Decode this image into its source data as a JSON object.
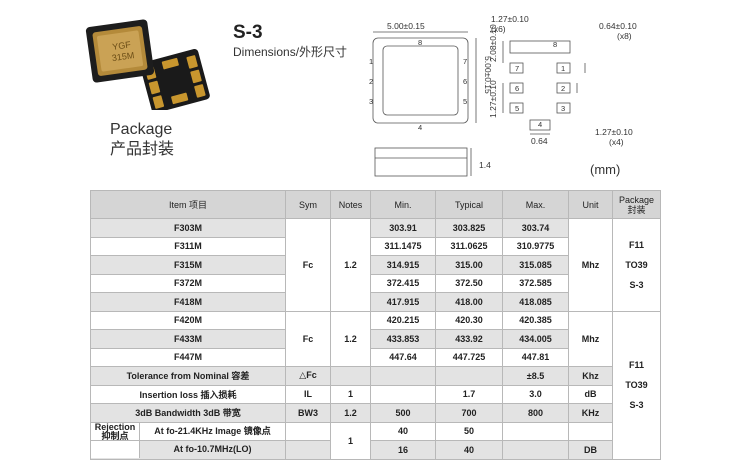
{
  "header": {
    "package_label": "Package",
    "package_label_cn": "产品封装",
    "series": "S-3",
    "dimensions_title": "Dimensions/外形尺寸",
    "unit_note": "(mm)",
    "chip_marking_line1": "YGF",
    "chip_marking_line2": "315M"
  },
  "drawing": {
    "top_width": "5.00±0.15",
    "side_height": "5.00±0.15",
    "pitch_top": "1.27±0.10",
    "pitch_top_count": "(x6)",
    "pad_width": "0.64±0.10",
    "pad_width_count": "(x8)",
    "pad_height": "2.08±0.10",
    "pitch_left": "1.27±0.10",
    "pad_gap": "0.64",
    "pitch_bottom": "1.27±0.10",
    "pitch_bottom_count": "(x4)",
    "thickness": "1.4",
    "pin1": "1",
    "pin2": "2",
    "pin3": "3",
    "pin4": "4",
    "pin5": "5",
    "pin6": "6",
    "pin7": "7",
    "pin8": "8"
  },
  "table": {
    "headers": {
      "item": "Item 项目",
      "sym": "Sym",
      "notes": "Notes",
      "min": "Min.",
      "typical": "Typical",
      "max": "Max.",
      "unit": "Unit",
      "package_line1": "Package",
      "package_line2": "封装"
    },
    "group1": {
      "sym": "Fc",
      "notes": "1.2",
      "unit": "Mhz",
      "pkg_line1": "F11",
      "pkg_line2": "TO39",
      "pkg_line3": "S-3",
      "rows": [
        {
          "item": "F303M",
          "min": "303.91",
          "typ": "303.825",
          "max": "303.74"
        },
        {
          "item": "F311M",
          "min": "311.1475",
          "typ": "311.0625",
          "max": "310.9775"
        },
        {
          "item": "F315M",
          "min": "314.915",
          "typ": "315.00",
          "max": "315.085"
        },
        {
          "item": "F372M",
          "min": "372.415",
          "typ": "372.50",
          "max": "372.585"
        },
        {
          "item": "F418M",
          "min": "417.915",
          "typ": "418.00",
          "max": "418.085"
        }
      ]
    },
    "group2": {
      "sym": "Fc",
      "notes": "1.2",
      "unit": "Mhz",
      "pkg_line1": "F11",
      "pkg_line2": "TO39",
      "pkg_line3": "S-3",
      "rows": [
        {
          "item": "F420M",
          "min": "420.215",
          "typ": "420.30",
          "max": "420.385"
        },
        {
          "item": "F433M",
          "min": "433.853",
          "typ": "433.92",
          "max": "434.005"
        },
        {
          "item": "F447M",
          "min": "447.64",
          "typ": "447.725",
          "max": "447.81"
        }
      ]
    },
    "tolerance": {
      "item": "Tolerance from Nominal 容差",
      "sym": "△Fc",
      "max": "±8.5",
      "unit": "Khz"
    },
    "insertion": {
      "item": "Insertion loss 插入损耗",
      "sym": "IL",
      "notes": "1",
      "typ": "1.7",
      "max": "3.0",
      "unit": "dB"
    },
    "bandwidth": {
      "item": "3dB Bandwidth 3dB 带宽",
      "sym": "BW3",
      "notes": "1.2",
      "min": "500",
      "typ": "700",
      "max": "800",
      "unit": "KHz"
    },
    "rejection": {
      "label_line1": "Rejection",
      "label_line2": "抑制点",
      "notes": "1",
      "row1": {
        "item": "At fo-21.4KHz Image 镜像点",
        "min": "40",
        "typ": "50"
      },
      "row2": {
        "item": "At fo-10.7MHz(LO)",
        "min": "16",
        "typ": "40",
        "unit": "DB"
      }
    }
  }
}
